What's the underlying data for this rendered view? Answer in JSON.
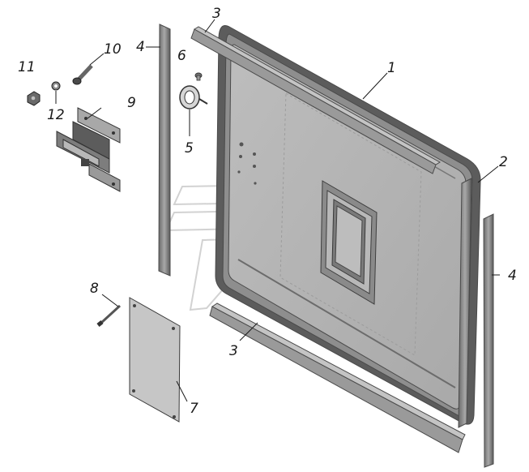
{
  "figure": {
    "callouts": {
      "frame": "1",
      "right_strip": "2",
      "top_seal": "3",
      "bottom_seal": "3",
      "left_strip": "4",
      "right_profile": "4",
      "hook": "5",
      "screw_small": "6",
      "cover_plate": "7",
      "pin": "8",
      "bracket": "9",
      "bolt": "10",
      "nut": "11",
      "washer": "12"
    },
    "colors": {
      "frame_dark": "#5c5c5c",
      "frame_mid": "#8e8e8e",
      "panel_fill": "#b4b4b4",
      "plate_fill": "#c6c6c6",
      "seal_fill": "#9a9a9a",
      "watermark": "#d2d2d2",
      "text": "#1a1a1a"
    }
  }
}
